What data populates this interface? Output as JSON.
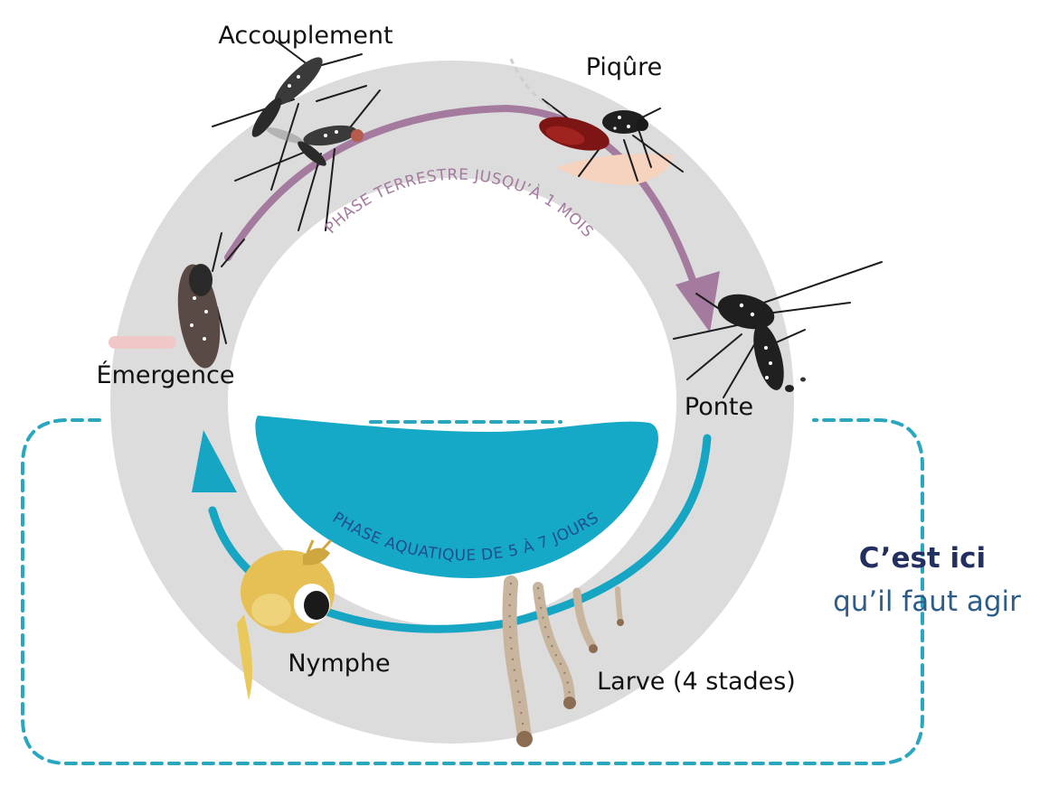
{
  "labels": {
    "accouplement": "Accouplement",
    "piqure": "Piqûre",
    "ponte": "Ponte",
    "emergence": "Émergence",
    "nymphe": "Nymphe",
    "larve": "Larve (4 stades)"
  },
  "phases": {
    "terrestrial": "PHASE TERRESTRE JUSQU’À 1 MOIS",
    "aquatic": "PHASE AQUATIQUE DE 5 À 7 JOURS"
  },
  "call_to_action": {
    "line1": "C’est ici",
    "line2": "qu’il faut agir"
  },
  "colors": {
    "ring": "#dcdcdc",
    "terrestrial": "#a47a9e",
    "aquatic": "#17a5c4",
    "water": "#16a9c7",
    "dashed_frame": "#2aa7be",
    "cta_strong": "#23305f",
    "cta_light": "#2e5d8a"
  }
}
